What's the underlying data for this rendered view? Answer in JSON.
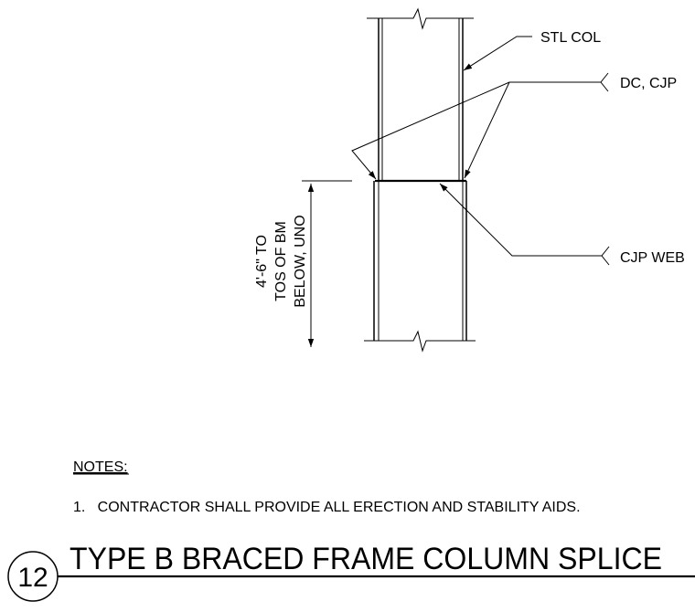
{
  "callouts": {
    "stl_col": "STL COL",
    "dc_cjp": "DC, CJP",
    "cjp_web": "CJP WEB"
  },
  "dimension": {
    "line1": "4'-6\" TO",
    "line2": "TOS OF BM",
    "line3": "BELOW, UNO"
  },
  "notes": {
    "heading": "NOTES:",
    "items": [
      "1.   CONTRACTOR SHALL PROVIDE ALL ERECTION AND STABILITY AIDS."
    ]
  },
  "title_block": {
    "detail_number": "12",
    "title": "TYPE B BRACED FRAME COLUMN SPLICE"
  }
}
